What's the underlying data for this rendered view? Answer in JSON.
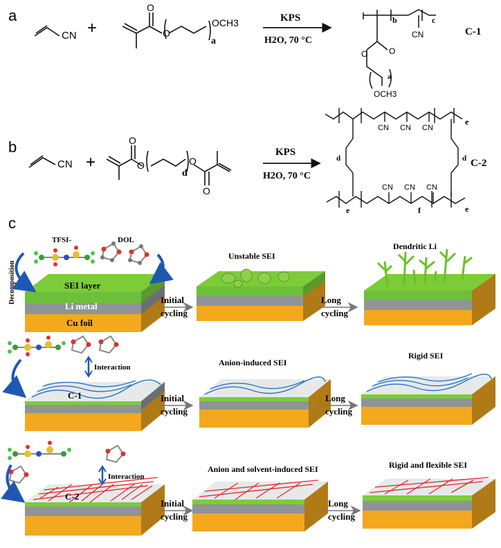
{
  "panels": {
    "a": {
      "label": "a",
      "reagent1": "CN",
      "plus": "+",
      "peg_end": "OCH3",
      "repeat": "a",
      "conditions_top": "KPS",
      "conditions_bottom": "H2O, 70 °C",
      "product_subs": {
        "b": "b",
        "c": "c",
        "cn": "CN",
        "a": "a",
        "ome": "OCH3"
      },
      "compound_id": "C-1"
    },
    "b": {
      "label": "b",
      "reagent1": "CN",
      "plus": "+",
      "repeat": "d",
      "conditions_top": "KPS",
      "conditions_bottom": "H2O, 70 °C",
      "product_subs": {
        "e": "e",
        "f": "f",
        "d": "d",
        "cn": "CN"
      },
      "compound_id": "C-2"
    },
    "c": {
      "label": "c"
    }
  },
  "rows": [
    {
      "left_labels": {
        "tfsi": "TFSI-",
        "dol": "DOL",
        "decomposition": "Decomposition"
      },
      "layers": [
        "SEI layer",
        "Li metal",
        "Cu foil"
      ],
      "arrow1": [
        "Initial",
        "cycling"
      ],
      "mid_title": "Unstable SEI",
      "arrow2": [
        "Long",
        "cycling"
      ],
      "right_title": "Dendritic Li"
    },
    {
      "left_labels": {
        "interaction": "Interaction",
        "polymer": "C-1"
      },
      "arrow1": [
        "Initial",
        "cycling"
      ],
      "mid_title": "Anion-induced SEI",
      "arrow2": [
        "Long",
        "cycling"
      ],
      "right_title": "Rigid SEI"
    },
    {
      "left_labels": {
        "interaction": "Interaction",
        "polymer": "C-2"
      },
      "arrow1": [
        "Initial",
        "cycling"
      ],
      "mid_title": "Anion and  solvent-induced SEI",
      "arrow2": [
        "Long",
        "cycling"
      ],
      "right_title": "Rigid  and flexible SEI"
    }
  ],
  "colors": {
    "cu": "#f3a81e",
    "li": "#8f9497",
    "sei": "#7ccc3a",
    "polymer": "#e6e9ea",
    "network_c1": "#2a74c4",
    "network_c2": "#e0262a",
    "curved_arrow": "#1f58b3"
  }
}
